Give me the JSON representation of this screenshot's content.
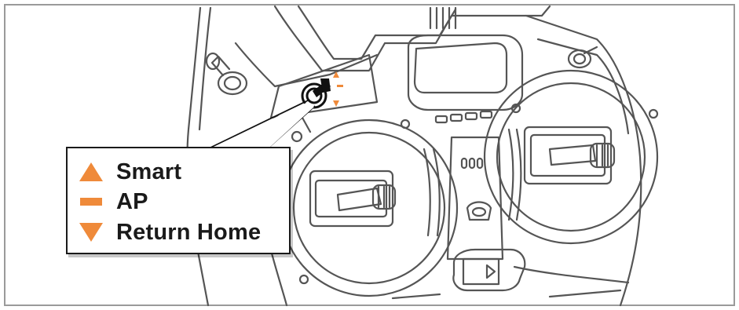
{
  "accent_color": "#ef8a3a",
  "legend": {
    "items": [
      {
        "icon": "triangle-up-icon",
        "label": "Smart"
      },
      {
        "icon": "dash-icon",
        "label": "AP"
      },
      {
        "icon": "triangle-down-icon",
        "label": "Return Home"
      }
    ]
  }
}
